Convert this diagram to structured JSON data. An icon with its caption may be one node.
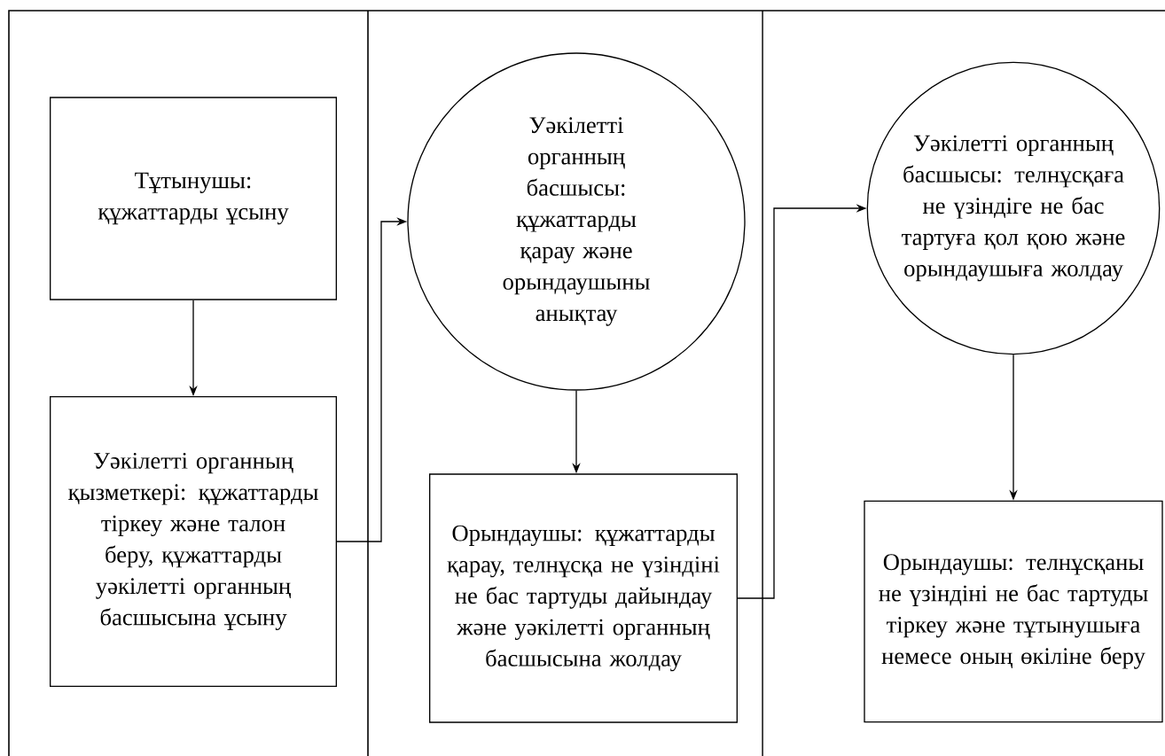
{
  "diagram": {
    "nodes": [
      {
        "text": [
          "Тұтынушы: құжаттарды ұсыну"
        ]
      },
      {
        "text": [
          "Уәкілетті органның қызметкері: құжаттарды тіркеу және талон беру, құжаттарды уәкілетті органның басшысына ұсыну"
        ]
      },
      {
        "text": [
          "Уәкілетті органның басшысы: құжаттарды қарау және орындаушыны анықтау"
        ]
      },
      {
        "text": [
          "Орындаушы: құжаттарды қарау, телнұсқа не үзіндіні не бас тартуды дайындау және уәкілетті органның басшысына жолдау"
        ]
      },
      {
        "text": [
          "Уәкілетті органның басшысы: телнұсқаға не үзіндіге не бас тартуға қол қою және орындаушыға жолдау"
        ]
      },
      {
        "text": [
          "Орындаушы: телнұсқаны не үзіндіні не бас тартуды тіркеу және тұтынушыға немесе оның өкіліне беру"
        ]
      }
    ],
    "edges": [
      {
        "from": 0,
        "to": 1,
        "arrow": "to"
      },
      {
        "from": 1,
        "to": 2,
        "arrow": "to"
      },
      {
        "from": 2,
        "to": 3,
        "arrow": "to"
      },
      {
        "from": 3,
        "to": 4,
        "arrow": "to"
      },
      {
        "from": 4,
        "to": 5,
        "arrow": "to"
      }
    ]
  }
}
